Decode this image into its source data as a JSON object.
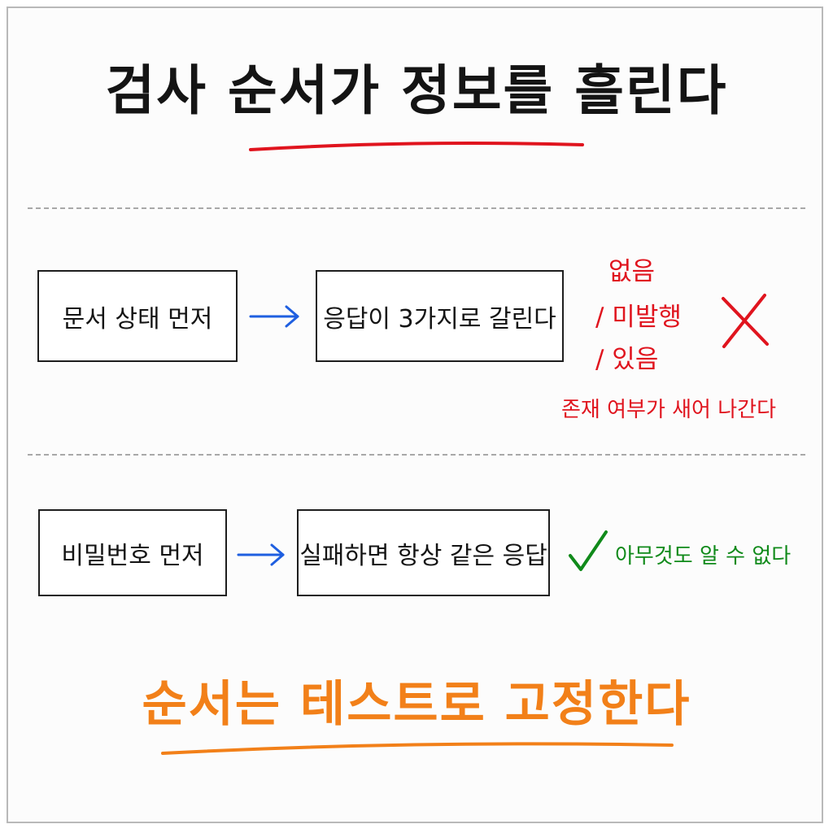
{
  "title": "검사 순서가 정보를 흘린다",
  "row1": {
    "box1": "문서 상태 먼저",
    "box2": "응답이 3가지로 갈린다",
    "outcomes": [
      "없음",
      "/ 미발행",
      "/ 있음"
    ],
    "verdict_icon": "x-mark-icon",
    "note": "존재 여부가 새어 나간다"
  },
  "row2": {
    "box1": "비밀번호 먼저",
    "box2": "실패하면 항상 같은 응답",
    "verdict_icon": "check-mark-icon",
    "note": "아무것도 알 수 없다"
  },
  "conclusion": "순서는 테스트로 고정한다",
  "colors": {
    "title_underline": "#e0141e",
    "arrow": "#1f5fe0",
    "bad": "#e0141e",
    "good": "#108a1a",
    "conclusion": "#f28019"
  }
}
